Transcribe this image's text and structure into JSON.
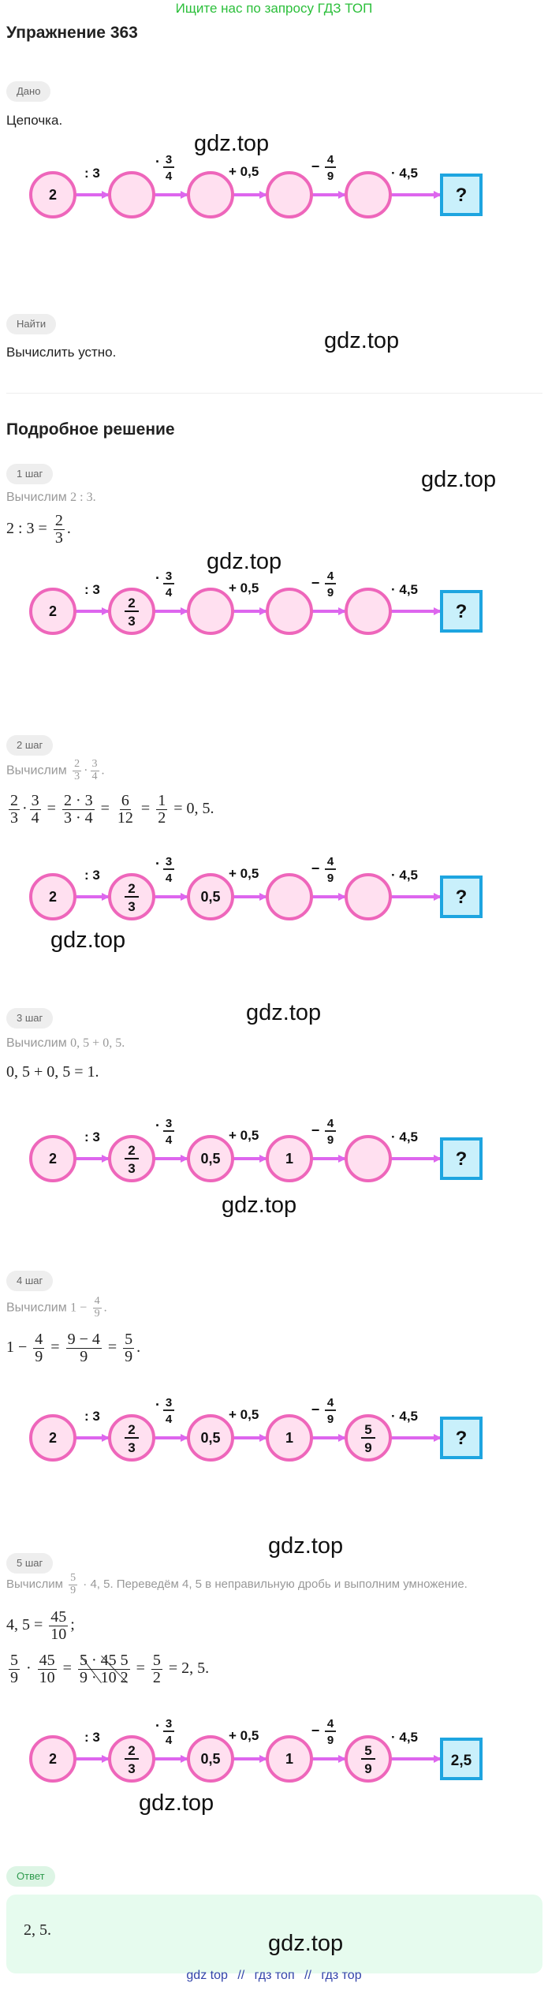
{
  "banner": "Ищите нас по запросу ГДЗ ТОП",
  "title": "Упражнение 363",
  "given": {
    "pill": "Дано",
    "text": "Цепочка."
  },
  "find": {
    "pill": "Найти",
    "text": "Вычислить устно."
  },
  "solution_title": "Подробное решение",
  "watermark": "gdz.top",
  "operations": {
    "op1": ": 3",
    "op2_sign": "·",
    "op2_num": "3",
    "op2_den": "4",
    "op3": "+ 0,5",
    "op4_sign": "−",
    "op4_num": "4",
    "op4_den": "9",
    "op5": "· 4,5"
  },
  "chains": [
    {
      "values": [
        "2",
        "",
        "",
        "",
        "",
        "?"
      ]
    },
    {
      "values": [
        "2",
        "2/3",
        "",
        "",
        "",
        "?"
      ]
    },
    {
      "values": [
        "2",
        "2/3",
        "0,5",
        "",
        "",
        "?"
      ]
    },
    {
      "values": [
        "2",
        "2/3",
        "0,5",
        "1",
        "",
        "?"
      ]
    },
    {
      "values": [
        "2",
        "2/3",
        "0,5",
        "1",
        "5/9",
        "?"
      ]
    },
    {
      "values": [
        "2",
        "2/3",
        "0,5",
        "1",
        "5/9",
        "2,5"
      ]
    }
  ],
  "steps": [
    {
      "pill": "1 шаг",
      "compute_label": "Вычислим",
      "expr": "2 : 3.",
      "result_left": "2 : 3 =",
      "frac_num": "2",
      "frac_den": "3",
      "tail": "."
    },
    {
      "pill": "2 шаг",
      "compute_label": "Вычислим",
      "l1": "2",
      "l2": "3",
      "l3": "3",
      "l4": "4",
      "mid_num": "2 · 3",
      "mid_den": "3 · 4",
      "r_num": "6",
      "r_den": "12",
      "r2_num": "1",
      "r2_den": "2",
      "final": "= 0, 5."
    },
    {
      "pill": "3 шаг",
      "compute_label": "Вычислим",
      "expr": "0, 5 + 0, 5.",
      "result": "0, 5 + 0, 5 = 1."
    },
    {
      "pill": "4 шаг",
      "compute_label": "Вычислим",
      "expr_a": "1 −",
      "expr_num": "4",
      "expr_den": "9",
      "lhs": "1 −",
      "mid_num": "9 − 4",
      "mid_den": "9",
      "r_num": "5",
      "r_den": "9"
    },
    {
      "pill": "5 шаг",
      "compute_label": "Вычислим",
      "expr_num": "5",
      "expr_den": "9",
      "expr_rest": "· 4, 5. Переведём 4, 5 в неправильную дробь и выполним умножение.",
      "conv_lhs": "4, 5 =",
      "conv_num": "45",
      "conv_den": "10",
      "conv_tail": ";",
      "mult_num1": "5",
      "mult_den1": "9",
      "mult_num2": "45",
      "mult_den2": "10",
      "big_num": "5 · 45 5",
      "big_den": "9 · 10 2",
      "r_num": "5",
      "r_den": "2",
      "final": "= 2, 5."
    }
  ],
  "answer": {
    "pill": "Ответ",
    "text": "2, 5."
  },
  "footer": [
    "gdz top",
    "//",
    "гдз топ",
    "//",
    "гдз тор"
  ],
  "colors": {
    "circle_stroke": "#ee66bb",
    "circle_fill": "#ffe0f0",
    "arrow": "#dd66ee",
    "box_stroke": "#1ea5e0",
    "box_fill": "#c9f0fb",
    "banner": "#2bbf3a"
  }
}
